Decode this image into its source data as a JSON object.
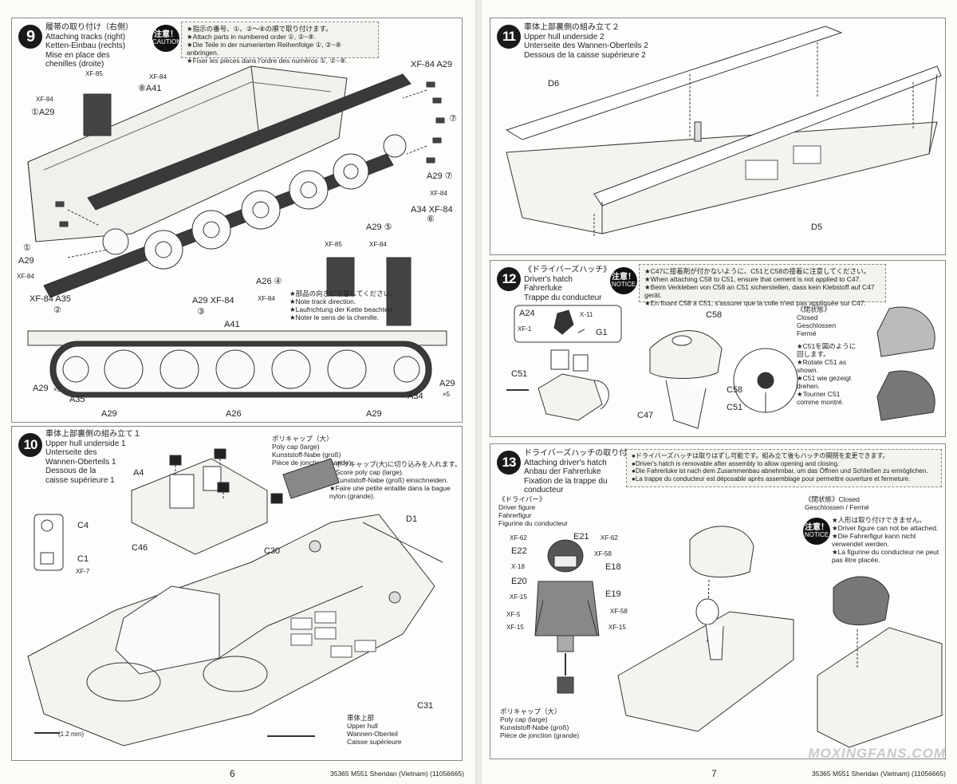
{
  "left_page": {
    "step9": {
      "number": "9",
      "title": "履帯の取り付け（右側）\nAttaching tracks (right)\nKetten-Einbau (rechts)\nMise en place des\nchenilles (droite)",
      "caution_badge": {
        "jp": "注意！",
        "en": "CAUTION"
      },
      "caution_text": "★指示の番号、①、②〜⑧の順で取り付けます。\n★Attach parts in numbered order ①, ②~⑧.\n★Die Teile in der numerierten Reihenfolge ①, ②~⑧ anbringen.\n★Fixer les pièces dans l'ordre des numéros ①, ②~⑧.",
      "labels": {
        "xf85a": "XF-85",
        "a41n8": "⑧A41",
        "xf84a": "XF-84",
        "xf84b": "XF-84",
        "xf84c": "XF-84",
        "a29n1a": "①A29",
        "xf84d": "XF-84",
        "a29n7": "XF-84 A29",
        "n7": "⑦",
        "a29n7b": "A29 ⑦",
        "xf84e": "XF-84",
        "a34n6": "A34 XF-84",
        "n6": "⑥",
        "a29n5": "A29 ⑤",
        "xf84f": "XF-84",
        "xf85b": "XF-85",
        "xf84g": "XF-84",
        "n1b": "①",
        "a29b": "A29",
        "xf84h": "XF-84",
        "a35": "XF-84 A35",
        "n2": "②",
        "a26": "A26 ④",
        "xf84i": "XF-84",
        "a29n3": "A29 XF-84",
        "n3": "③"
      },
      "track_note": "★部品の向きに注意してください。\n★Note track direction.\n★Laufrichtung der Kette beachten.\n★Noter le sens de la chenille.",
      "side_labels": {
        "a41": "A41",
        "a29x5a": "A29",
        "x5a": "×5",
        "a35": "A35",
        "a29a": "A29",
        "a26": "A26",
        "a29b": "A29",
        "a34": "A34",
        "a29x5b": "A29",
        "x5b": "×5"
      }
    },
    "step10": {
      "number": "10",
      "title": "車体上部裏側の組み立て１\nUpper hull underside 1\nUnterseite des\nWannen-Oberteils 1\nDessous de la\ncaisse supérieure 1",
      "polycap": "ポリキャップ（大）\nPoly cap (large)\nKunststoff-Nabe (groß)\nPièce de jonction (grande)",
      "polycap_note": "★ポリキャップ(大)に切り込みを入れます。\n★Score poly cap (large).\n★Kunststoff-Nabe (groß) einschneiden.\n★Faire une petite entaille dans la bague\nnylon (grande).",
      "labels": {
        "a4": "A4",
        "c46": "C46",
        "c4": "C4",
        "c1": "C1",
        "xf7": "XF-7",
        "d1": "D1",
        "c30": "C30",
        "c31": "C31",
        "drill": "(1.2 mm)"
      },
      "upper_hull": "車体上部\nUpper hull\nWannen-Oberteil\nCaisse supérieure"
    },
    "page_number": "6",
    "footer": "35365  M551 Sheridan (Vietnam) (11056665)"
  },
  "right_page": {
    "step11": {
      "number": "11",
      "title": "車体上部裏側の組み立て２\nUpper hull underside 2\nUnterseite des Wannen-Oberteils 2\nDessous de la caisse supérieure 2",
      "labels": {
        "d6": "D6",
        "d5": "D5"
      }
    },
    "step12": {
      "number": "12",
      "title": "《ドライバーズハッチ》\nDriver's hatch\nFahrerluke\nTrappe du conducteur",
      "notice_badge": {
        "jp": "注意！",
        "en": "NOTICE"
      },
      "notice_text": "★C47に接着剤が付かないように、C51とC58の接着に注意してください。\n★When attaching C58 to C51, ensure that cement is not applied to C47.\n★Beim Verkleben von C58 an C51 sicherstellen, dass kein Klebstoff auf C47 gerät.\n★En fixant C58 à C51, s'assurer que la colle n'est pas appliquée sur C47.",
      "labels": {
        "a24": "A24",
        "x11": "X-11",
        "xf1": "XF-1",
        "g1": "G1",
        "c51": "C51",
        "c58": "C58",
        "c47": "C47",
        "c58b": "C58",
        "c51b": "C51"
      },
      "closed": "《閉状態》\nClosed\nGeschlossen\nFermé",
      "rotate": "★C51を図のように\n回します。\n★Rotate C51 as\nshown.\n★C51 wie gezeigt\ndrehen.\n★Tourner C51\ncomme montré."
    },
    "step13": {
      "number": "13",
      "title": "ドライバーズハッチの取り付け\nAttaching driver's hatch\nAnbau der Fahrerluke\nFixation de la trappe du\nconducteur",
      "info_text": "●ドライバーズハッチは取りはずし可能です。組み立て後もハッチの開閉を変更できます。\n●Driver's hatch is removable after assembly to allow opening and closing.\n●Die Fahrerluke ist nach dem Zusammenbau abnehmbar, um das Öffnen und Schließen zu ermöglichen.\n●La trappe du conducteur est déposable après assemblage pour permettre ouverture et fermeture.",
      "driver_figure": "《ドライバー》\nDriver figure\nFahrerfigur\nFigurine du conducteur",
      "labels": {
        "xf62a": "XF-62",
        "e21": "E21",
        "xf62b": "XF-62",
        "e22": "E22",
        "xf58a": "XF-58",
        "x18": "X-18",
        "e18": "E18",
        "e20": "E20",
        "xf15a": "XF-15",
        "e19": "E19",
        "xf5": "XF-5",
        "xf58b": "XF-58",
        "xf15b": "XF-15",
        "xf15c": "XF-15"
      },
      "polycap": "ポリキャップ（大）\nPoly cap (large)\nKunststoff-Nabe (groß)\nPièce de jonction (grande)",
      "closed": "《閉状態》Closed\nGeschlossen / Fermé",
      "notice_badge": {
        "jp": "注意！",
        "en": "NOTICE"
      },
      "notice_text": "★人形は取り付けできません。\n★Driver figure can not be attached.\n★Die Fahrerfigur kann nicht\nverwendet werden.\n★La figurine du conducteur ne peut\npas être placée."
    },
    "page_number": "7",
    "footer": "35365  M551 Sheridan (Vietnam) (11056665)"
  },
  "watermark": "MOXINGFANS.COM"
}
